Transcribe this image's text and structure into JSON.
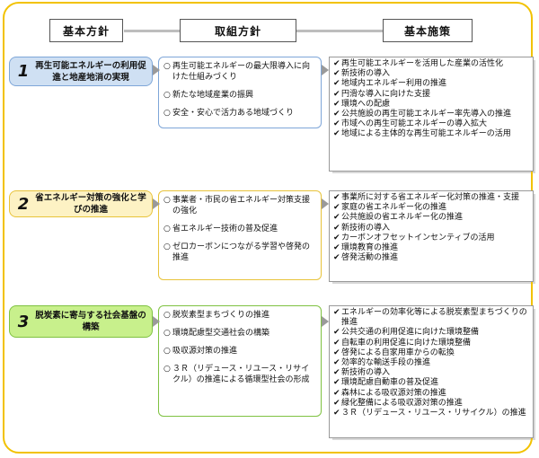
{
  "headers": {
    "basic_policy": "基本方針",
    "approach_policy": "取組方針",
    "basic_measures": "基本施策"
  },
  "rows": [
    {
      "number": "1",
      "policy": "再生可能エネルギーの利用促進と地産地消の実現",
      "approaches": [
        "再生可能エネルギーの最大限導入に向けた仕組みづくり",
        "新たな地域産業の振興",
        "安全・安心で活力ある地域づくり"
      ],
      "measures": [
        "再生可能エネルギーを活用した産業の活性化",
        "新技術の導入",
        "地域内エネルギー利用の推進",
        "円滑な導入に向けた支援",
        "環境への配慮",
        "公共施設の再生可能エネルギー率先導入の推進",
        "市域への再生可能エネルギーの導入拡大",
        "地域による主体的な再生可能エネルギーの活用"
      ]
    },
    {
      "number": "2",
      "policy": "省エネルギー対策の強化と学びの推進",
      "approaches": [
        "事業者・市民の省エネルギー対策支援の強化",
        "省エネルギー技術の普及促進",
        "ゼロカーボンにつながる学習や啓発の推進"
      ],
      "measures": [
        "事業所に対する省エネルギー化対策の推進・支援",
        "家庭の省エネルギー化の推進",
        "公共施設の省エネルギー化の推進",
        "新技術の導入",
        "カーボンオフセットインセンティブの活用",
        "環境教育の推進",
        "啓発活動の推進"
      ]
    },
    {
      "number": "3",
      "policy": "脱炭素に寄与する社会基盤の構築",
      "approaches": [
        "脱炭素型まちづくりの推進",
        "環境配慮型交通社会の構築",
        "吸収源対策の推進",
        "３Ｒ（リデュース・リユース・リサイクル）の推進による循環型社会の形成"
      ],
      "measures": [
        "エネルギーの効率化等による脱炭素型まちづくりの推進",
        "公共交通の利用促進に向けた環境整備",
        "自転車の利用促進に向けた環境整備",
        "啓発による自家用車からの転換",
        "効率的な輸送手段の推進",
        "新技術の導入",
        "環境配慮自動車の普及促進",
        "森林による吸収源対策の推進",
        "緑化整備による吸収源対策の推進",
        "３Ｒ（リデュース・リユース・リサイクル）の推進"
      ]
    }
  ],
  "colors": {
    "frame": "#f2c200",
    "row1_policy_bg": "#cfe0f3",
    "row1_policy_border": "#7ea6d8",
    "row1_approach_border": "#7ea6d8",
    "row2_policy_bg": "#fdf2c4",
    "row2_policy_border": "#e8c33a",
    "row2_approach_border": "#e8c33a",
    "row3_policy_bg": "#c8f08c",
    "row3_policy_border": "#7fc241",
    "row3_approach_border": "#7fc241"
  },
  "icons": {
    "approach_bullet": "circle-bullet-icon",
    "measure_bullet": "checkmark-icon",
    "connector": "arrow-right-icon"
  }
}
